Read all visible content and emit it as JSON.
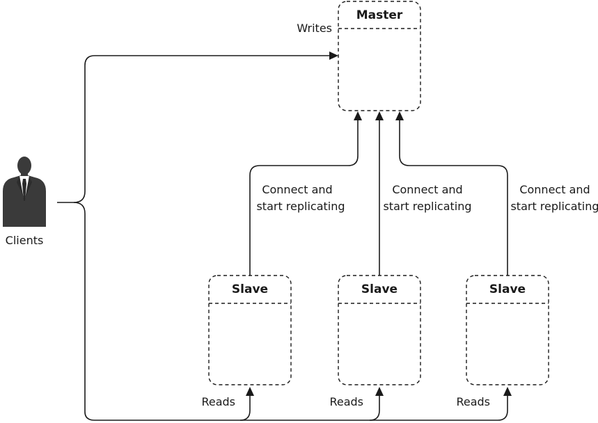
{
  "master": {
    "title": "Master"
  },
  "slaves": [
    {
      "title": "Slave",
      "connect_line1": "Connect and",
      "connect_line2": "start replicating",
      "reads_label": "Reads"
    },
    {
      "title": "Slave",
      "connect_line1": "Connect and",
      "connect_line2": "start replicating",
      "reads_label": "Reads"
    },
    {
      "title": "Slave",
      "connect_line1": "Connect and",
      "connect_line2": "start replicating",
      "reads_label": "Reads"
    }
  ],
  "writes_label": "Writes",
  "clients": {
    "label": "Clients",
    "icon": "businessman-icon"
  },
  "colors": {
    "stroke": "#1a1a1a",
    "person": "#3a3a3a"
  }
}
